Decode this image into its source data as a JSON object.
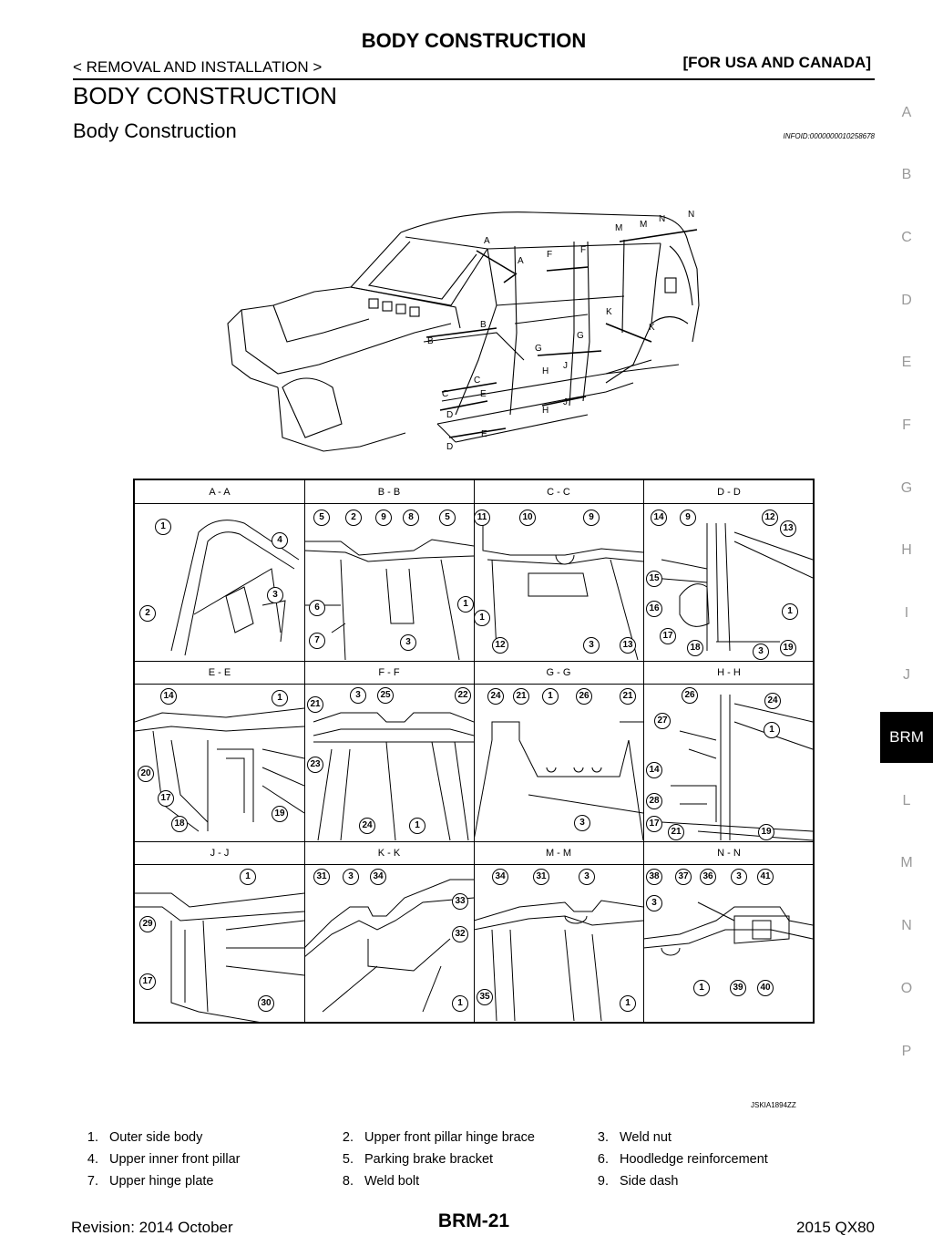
{
  "header": {
    "title": "BODY CONSTRUCTION",
    "subheading": "< REMOVAL AND INSTALLATION >",
    "region": "[FOR USA AND CANADA]"
  },
  "section": {
    "title": "BODY CONSTRUCTION",
    "subtitle": "Body Construction",
    "infoid": "INFOID:0000000010258678"
  },
  "side_tabs": [
    "A",
    "B",
    "C",
    "D",
    "E",
    "F",
    "G",
    "H",
    "I",
    "J",
    "BRM",
    "L",
    "M",
    "N",
    "O",
    "P"
  ],
  "active_tab": "BRM",
  "diagram": {
    "section_markers": [
      "A",
      "A",
      "B",
      "B",
      "C",
      "C",
      "D",
      "D",
      "E",
      "E",
      "F",
      "F",
      "G",
      "G",
      "H",
      "H",
      "J",
      "J",
      "K",
      "K",
      "M",
      "M",
      "N",
      "N"
    ],
    "views": [
      {
        "label": "A - A",
        "callouts": [
          "1",
          "4",
          "3",
          "2"
        ]
      },
      {
        "label": "B - B",
        "callouts": [
          "5",
          "2",
          "9",
          "8",
          "5",
          "6",
          "1",
          "7",
          "3"
        ]
      },
      {
        "label": "C - C",
        "callouts": [
          "11",
          "10",
          "9",
          "1",
          "12",
          "3",
          "13"
        ]
      },
      {
        "label": "D - D",
        "callouts": [
          "14",
          "9",
          "12",
          "13",
          "15",
          "16",
          "1",
          "17",
          "18",
          "3",
          "19"
        ]
      },
      {
        "label": "E - E",
        "callouts": [
          "14",
          "1",
          "20",
          "17",
          "18",
          "19"
        ]
      },
      {
        "label": "F - F",
        "callouts": [
          "21",
          "3",
          "25",
          "22",
          "23",
          "24",
          "1"
        ]
      },
      {
        "label": "G - G",
        "callouts": [
          "24",
          "21",
          "1",
          "26",
          "21",
          "3"
        ]
      },
      {
        "label": "H - H",
        "callouts": [
          "26",
          "24",
          "27",
          "1",
          "14",
          "28",
          "17",
          "21",
          "19"
        ]
      },
      {
        "label": "J - J",
        "callouts": [
          "1",
          "29",
          "17",
          "30"
        ]
      },
      {
        "label": "K - K",
        "callouts": [
          "31",
          "3",
          "34",
          "33",
          "32",
          "1"
        ]
      },
      {
        "label": "M - M",
        "callouts": [
          "34",
          "31",
          "3",
          "35",
          "1"
        ]
      },
      {
        "label": "N - N",
        "callouts": [
          "38",
          "37",
          "36",
          "3",
          "41",
          "3",
          "1",
          "39",
          "40"
        ]
      }
    ],
    "figure_id": "JSKIA1894ZZ"
  },
  "legend": [
    {
      "num": "1.",
      "text": "Outer side body"
    },
    {
      "num": "2.",
      "text": "Upper front pillar hinge brace"
    },
    {
      "num": "3.",
      "text": "Weld nut"
    },
    {
      "num": "4.",
      "text": "Upper inner front pillar"
    },
    {
      "num": "5.",
      "text": "Parking brake bracket"
    },
    {
      "num": "6.",
      "text": "Hoodledge reinforcement"
    },
    {
      "num": "7.",
      "text": "Upper hinge plate"
    },
    {
      "num": "8.",
      "text": "Weld bolt"
    },
    {
      "num": "9.",
      "text": "Side dash"
    }
  ],
  "footer": {
    "revision": "Revision: 2014 October",
    "page": "BRM-21",
    "model": "2015 QX80"
  }
}
